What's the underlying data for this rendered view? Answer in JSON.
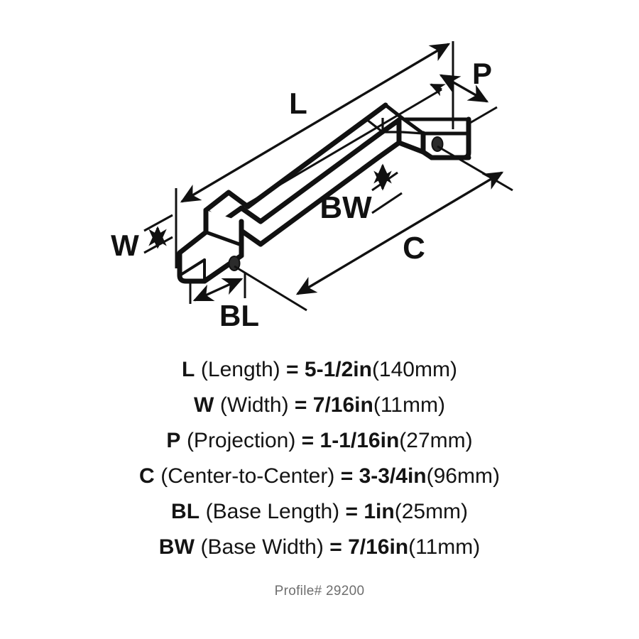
{
  "drawing": {
    "title": "cabinet bar pull isometric dimension drawing",
    "line_color": "#111111",
    "background_color": "#ffffff",
    "screw_color": "#2b2b2b",
    "labels": {
      "length": "L",
      "projection": "P",
      "width": "W",
      "base_length": "BL",
      "base_width": "BW",
      "center_to_center": "C"
    }
  },
  "specs": {
    "rows": [
      {
        "code": "L",
        "name": "(Length)",
        "eq": "=",
        "imperial": "5-1/2in",
        "metric": "(140mm)"
      },
      {
        "code": "W",
        "name": "(Width)",
        "eq": "=",
        "imperial": "7/16in",
        "metric": "(11mm)"
      },
      {
        "code": "P",
        "name": "(Projection)",
        "eq": "=",
        "imperial": "1-1/16in",
        "metric": "(27mm)"
      },
      {
        "code": "C",
        "name": "(Center-to-Center)",
        "eq": "=",
        "imperial": "3-3/4in",
        "metric": "(96mm)"
      },
      {
        "code": "BL",
        "name": "(Base Length)",
        "eq": "=",
        "imperial": "1in",
        "metric": "(25mm)"
      },
      {
        "code": "BW",
        "name": "(Base Width)",
        "eq": "=",
        "imperial": "7/16in",
        "metric": "(11mm)"
      }
    ]
  },
  "footer": {
    "profile": "Profile# 29200"
  }
}
